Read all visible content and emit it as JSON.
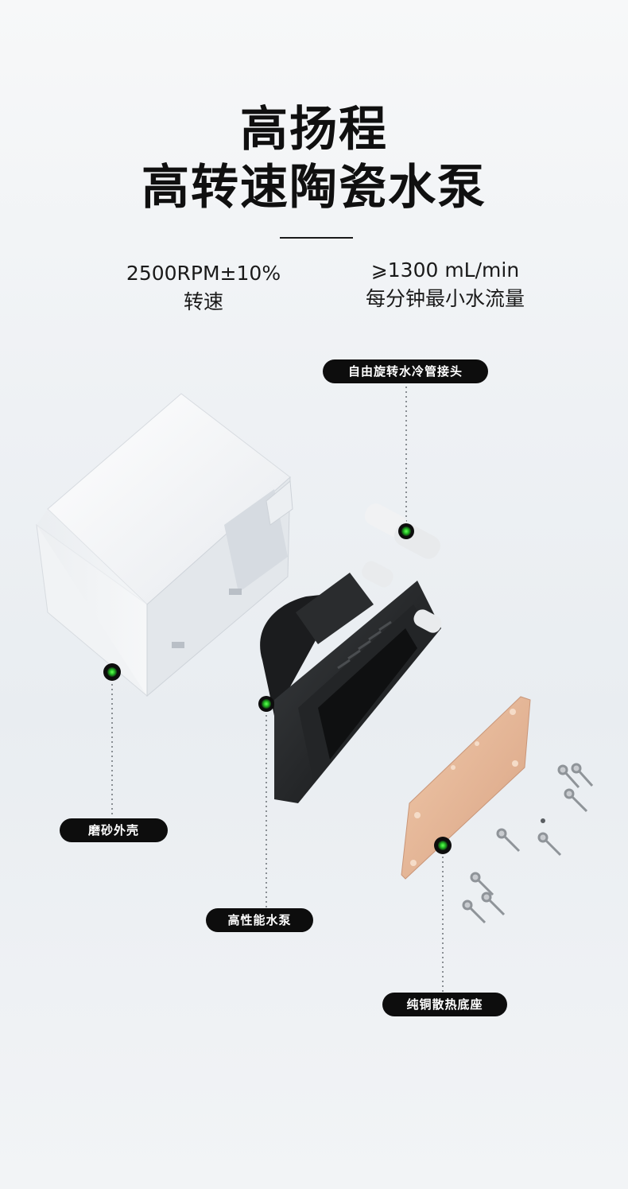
{
  "headline": {
    "line1": "高扬程",
    "line2": "高转速陶瓷水泵"
  },
  "specs": [
    {
      "value": "2500RPM±10%",
      "label": "转速"
    },
    {
      "value": "⩾1300 mL/min",
      "label": "每分钟最小水流量"
    }
  ],
  "callouts": {
    "fitting": "自由旋转水冷管接头",
    "shell": "磨砂外壳",
    "pump": "高性能水泵",
    "base": "纯铜散热底座"
  },
  "colors": {
    "background": "#eef1f4",
    "pill": "#0d0d0d",
    "marker": "#3bd63b",
    "copper": "#e6b99a"
  }
}
